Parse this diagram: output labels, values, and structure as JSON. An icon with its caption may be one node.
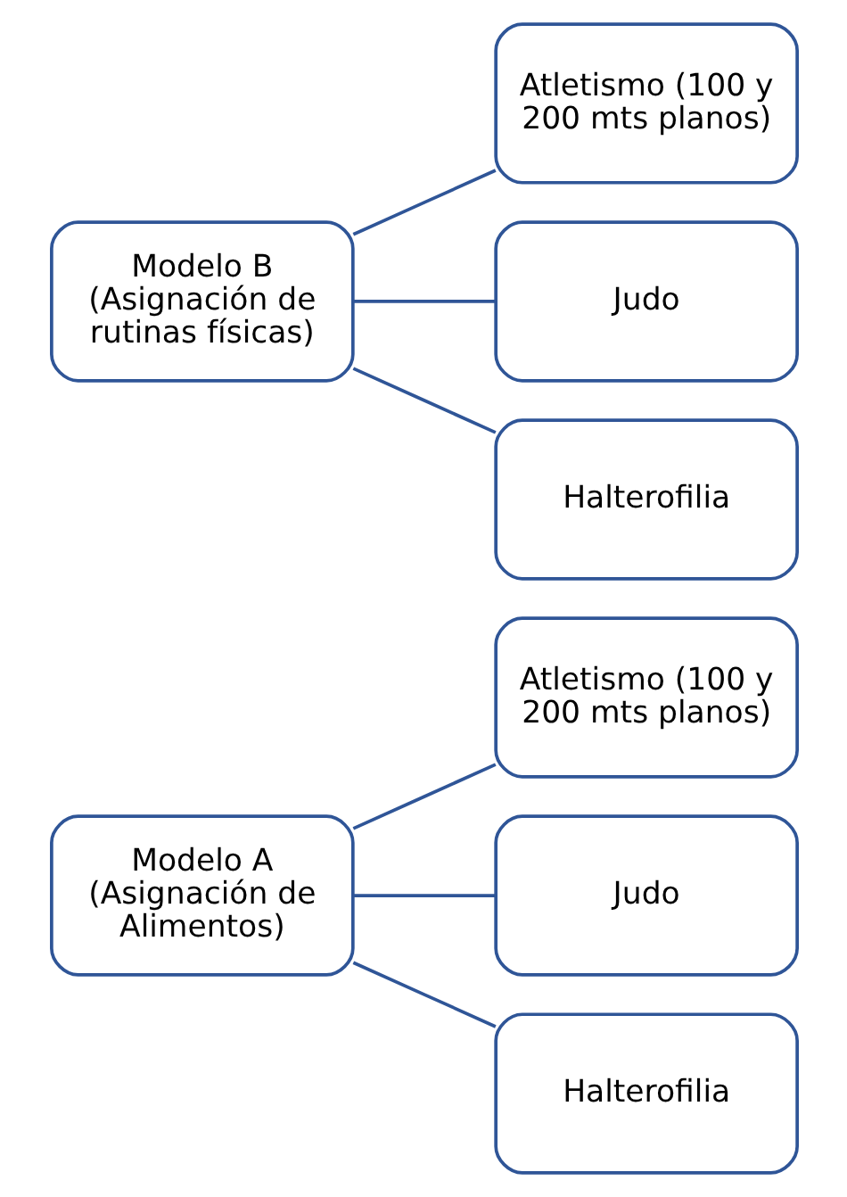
{
  "diagram": {
    "nodes": [
      {
        "text": [
          "Modelo A (Asignación de Alimentos)"
        ]
      },
      {
        "text": [
          "Atletismo (100 y 200 mts planos)"
        ]
      },
      {
        "text": [
          "Judo"
        ]
      },
      {
        "text": [
          "Halterofilia"
        ]
      },
      {
        "text": [
          "Modelo B (Asignación de rutinas físicas)"
        ]
      },
      {
        "text": [
          "Atletismo (100 y 200 mts planos)"
        ]
      },
      {
        "text": [
          "Judo"
        ]
      },
      {
        "text": [
          "Halterofilia"
        ]
      }
    ],
    "edges": [
      {
        "from": 0,
        "to": 1,
        "arrow": "none"
      },
      {
        "from": 0,
        "to": 2,
        "arrow": "none"
      },
      {
        "from": 0,
        "to": 3,
        "arrow": "none"
      },
      {
        "from": 4,
        "to": 5,
        "arrow": "none"
      },
      {
        "from": 4,
        "to": 6,
        "arrow": "none"
      },
      {
        "from": 4,
        "to": 7,
        "arrow": "none"
      }
    ]
  }
}
